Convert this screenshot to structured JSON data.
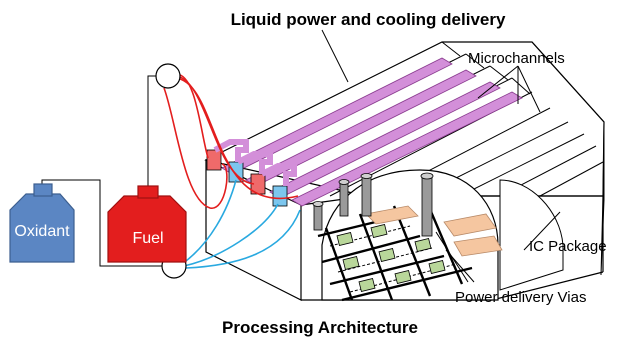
{
  "titles": {
    "top": "Liquid power and cooling delivery",
    "bottom": "Processing Architecture"
  },
  "labels": {
    "microchannels": "Microchannels",
    "ic_package": "IC Package",
    "power_vias": "Power delivery Vias",
    "oxidant": "Oxidant",
    "fuel": "Fuel"
  },
  "colors": {
    "oxidant_tank": "#5b86c3",
    "fuel_tank": "#e31e1e",
    "fuel_line": "#e31e1e",
    "oxidant_line": "#29a9e0",
    "channel_pink": "#d38fd9",
    "channel_red": "#ef6a6a",
    "channel_blue": "#7cc6ee",
    "wire_pad": "#f5c6a0",
    "chip_pad": "#b9d79a"
  }
}
